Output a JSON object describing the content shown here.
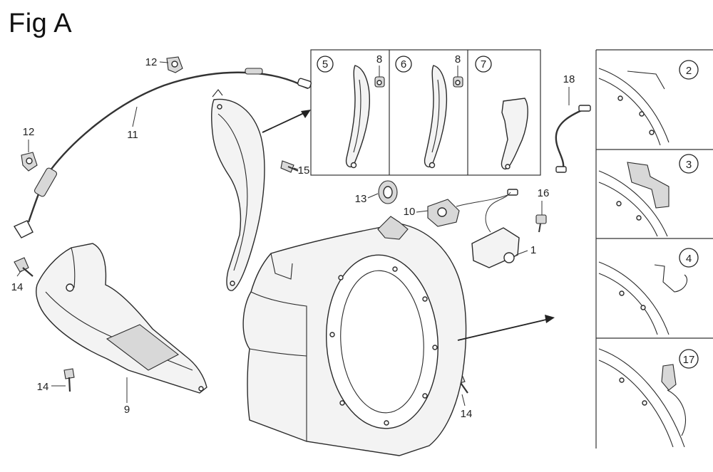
{
  "figure": {
    "title": "Fig A"
  },
  "callouts": {
    "c1": "1",
    "c2": "2",
    "c3": "3",
    "c4": "4",
    "c5": "5",
    "c6": "6",
    "c7": "7",
    "c8a": "8",
    "c8b": "8",
    "c9": "9",
    "c10": "10",
    "c11": "11",
    "c12a": "12",
    "c12b": "12",
    "c13": "13",
    "c14a": "14",
    "c14b": "14",
    "c14c": "14",
    "c15": "15",
    "c16": "16",
    "c17": "17",
    "c18": "18"
  }
}
